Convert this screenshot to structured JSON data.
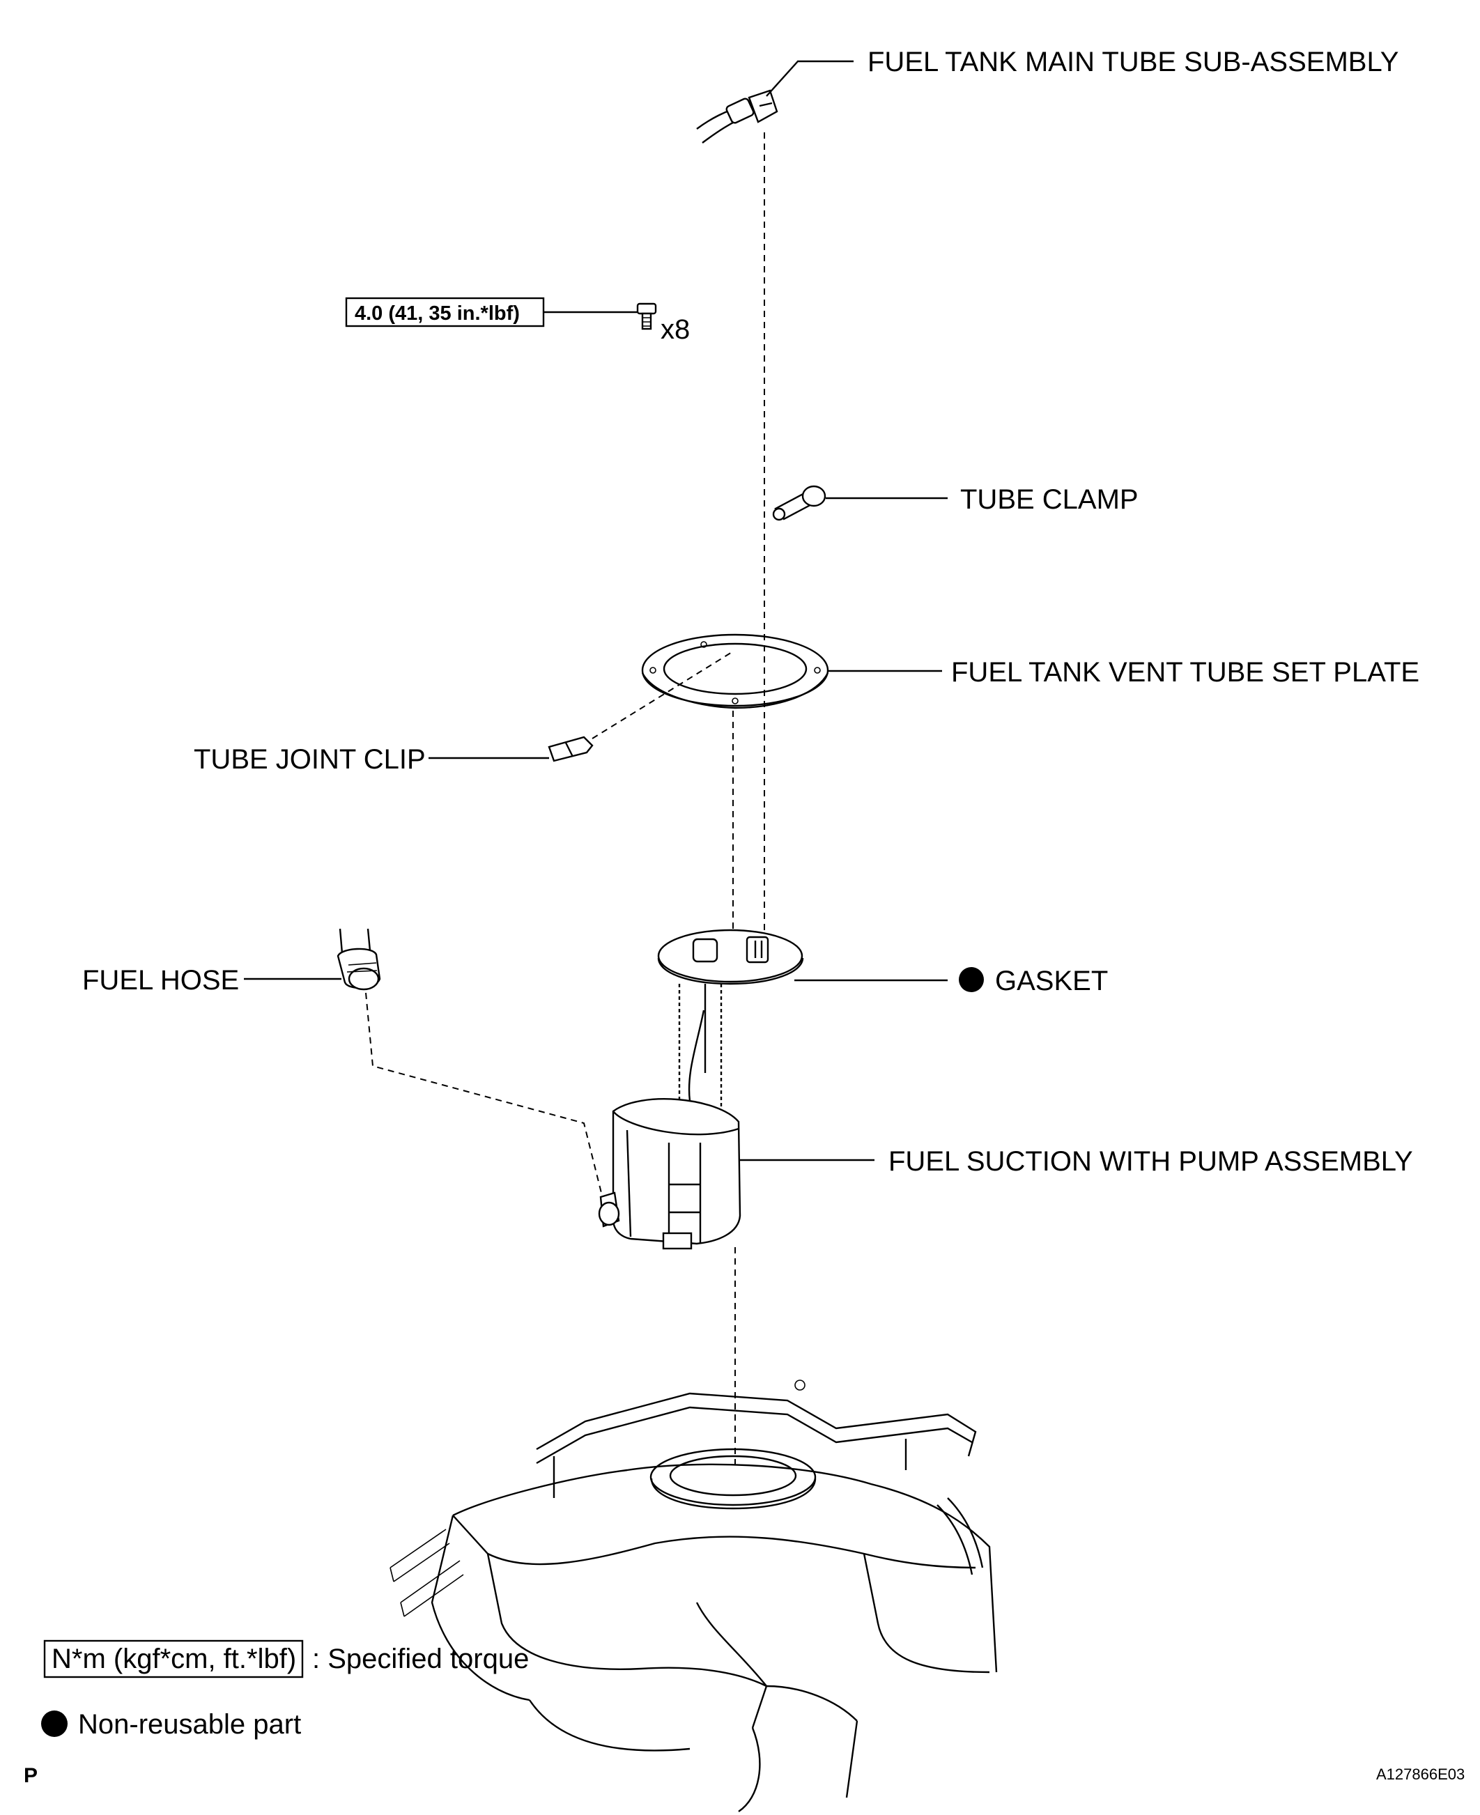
{
  "labels": {
    "main_tube": "FUEL TANK MAIN TUBE SUB-ASSEMBLY",
    "tube_clamp": "TUBE CLAMP",
    "vent_plate": "FUEL TANK VENT TUBE SET PLATE",
    "joint_clip": "TUBE JOINT CLIP",
    "fuel_hose": "FUEL HOSE",
    "gasket": "GASKET",
    "pump_assembly": "FUEL SUCTION WITH PUMP ASSEMBLY"
  },
  "torque_spec": "4.0 (41, 35 in.*lbf)",
  "bolt_count": "x8",
  "legend": {
    "torque_unit": "N*m (kgf*cm, ft.*lbf)",
    "torque_desc": ": Specified torque",
    "nonreusable_desc": "Non-reusable part"
  },
  "footer": {
    "page_letter": "P",
    "figure_id": "A127866E03"
  }
}
